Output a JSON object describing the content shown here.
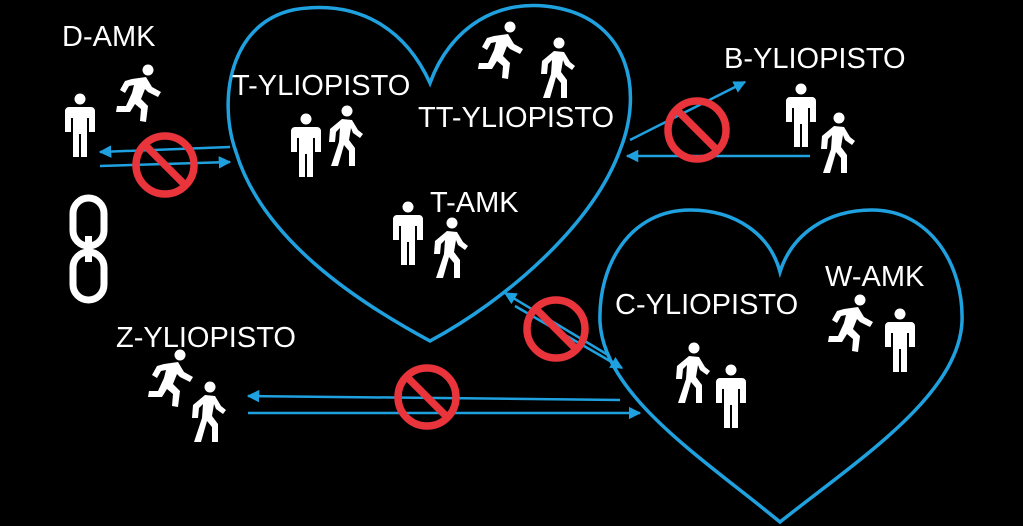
{
  "colors": {
    "background": "#000000",
    "heart": "#1fa1e0",
    "arrow": "#1fa1e0",
    "prohibition": "#e8343a",
    "figure": "#ffffff"
  },
  "icons": {
    "standing": "standing-person-icon",
    "walking": "walking-person-icon",
    "running": "running-person-icon",
    "link": "chain-link-icon",
    "forbidden": "prohibition-sign-icon"
  },
  "labels": {
    "d_amk": "D-AMK",
    "t_yliopisto": "T-YLIOPISTO",
    "tt_yliopisto": "TT-YLIOPISTO",
    "b_yliopisto": "B-YLIOPISTO",
    "t_amk": "T-AMK",
    "c_yliopisto": "C-YLIOPISTO",
    "w_amk": "W-AMK",
    "z_yliopisto": "Z-YLIOPISTO"
  }
}
